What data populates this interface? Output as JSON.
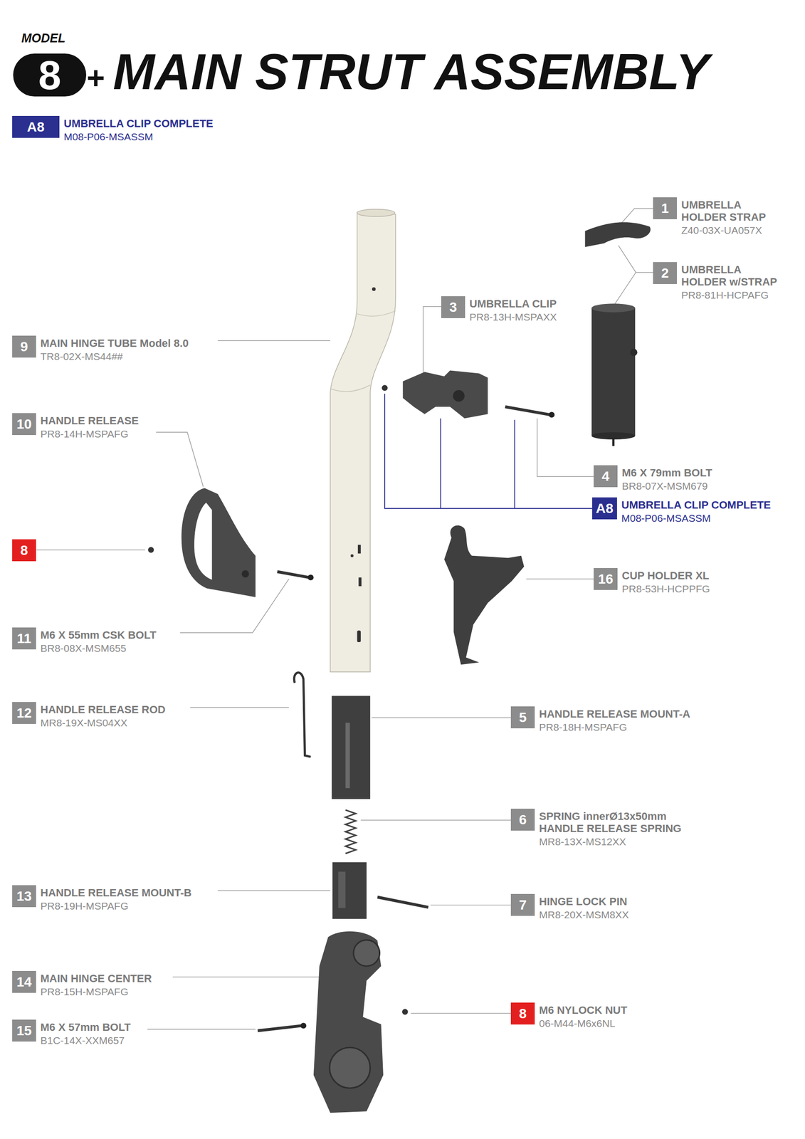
{
  "diagram": {
    "title": "MAIN STRUT ASSEMBLY",
    "nodes": [
      {
        "text": [
          "A8",
          "UMBRELLA CLIP COMPLETE",
          "M08-P06-MSASSM"
        ]
      },
      {
        "text": [
          "1",
          "UMBRELLA HOLDER STRAP",
          "Z40-03X-UA057X"
        ]
      },
      {
        "text": [
          "2",
          "UMBRELLA HOLDER w/STRAP",
          "PR8-81H-HCPAFG"
        ]
      },
      {
        "text": [
          "3",
          "UMBRELLA CLIP",
          "PR8-13H-MSPAXX"
        ]
      },
      {
        "text": [
          "9",
          "MAIN HINGE TUBE Model 8.0",
          "TR8-02X-MS44##"
        ]
      },
      {
        "text": [
          "10",
          "HANDLE RELEASE",
          "PR8-14H-MSPAFG"
        ]
      },
      {
        "text": [
          "4",
          "M6 X 79mm BOLT",
          "BR8-07X-MSM679"
        ]
      },
      {
        "text": [
          "A8",
          "UMBRELLA CLIP COMPLETE",
          "M08-P06-MSASSM"
        ]
      },
      {
        "text": [
          "8"
        ]
      },
      {
        "text": [
          "16",
          "CUP HOLDER XL",
          "PR8-53H-HCPPFG"
        ]
      },
      {
        "text": [
          "11",
          "M6 X 55mm CSK BOLT",
          "BR8-08X-MSM655"
        ]
      },
      {
        "text": [
          "12",
          "HANDLE RELEASE ROD",
          "MR8-19X-MS04XX"
        ]
      },
      {
        "text": [
          "5",
          "HANDLE RELEASE MOUNT-A",
          "PR8-18H-MSPAFG"
        ]
      },
      {
        "text": [
          "6",
          "SPRING innerØ13x50mm",
          "HANDLE RELEASE SPRING",
          "MR8-13X-MS12XX"
        ]
      },
      {
        "text": [
          "13",
          "HANDLE RELEASE MOUNT-B",
          "PR8-19H-MSPAFG"
        ]
      },
      {
        "text": [
          "7",
          "HINGE LOCK PIN",
          "MR8-20X-MSM8XX"
        ]
      },
      {
        "text": [
          "14",
          "MAIN HINGE CENTER",
          "PR8-15H-MSPAFG"
        ]
      },
      {
        "text": [
          "8",
          "M6 NYLOCK NUT",
          "06-M44-M6x6NL"
        ]
      },
      {
        "text": [
          "15",
          "M6 X 57mm BOLT",
          "B1C-14X-XXM657"
        ]
      }
    ],
    "labels": [
      "MODEL",
      "8",
      "+"
    ]
  }
}
